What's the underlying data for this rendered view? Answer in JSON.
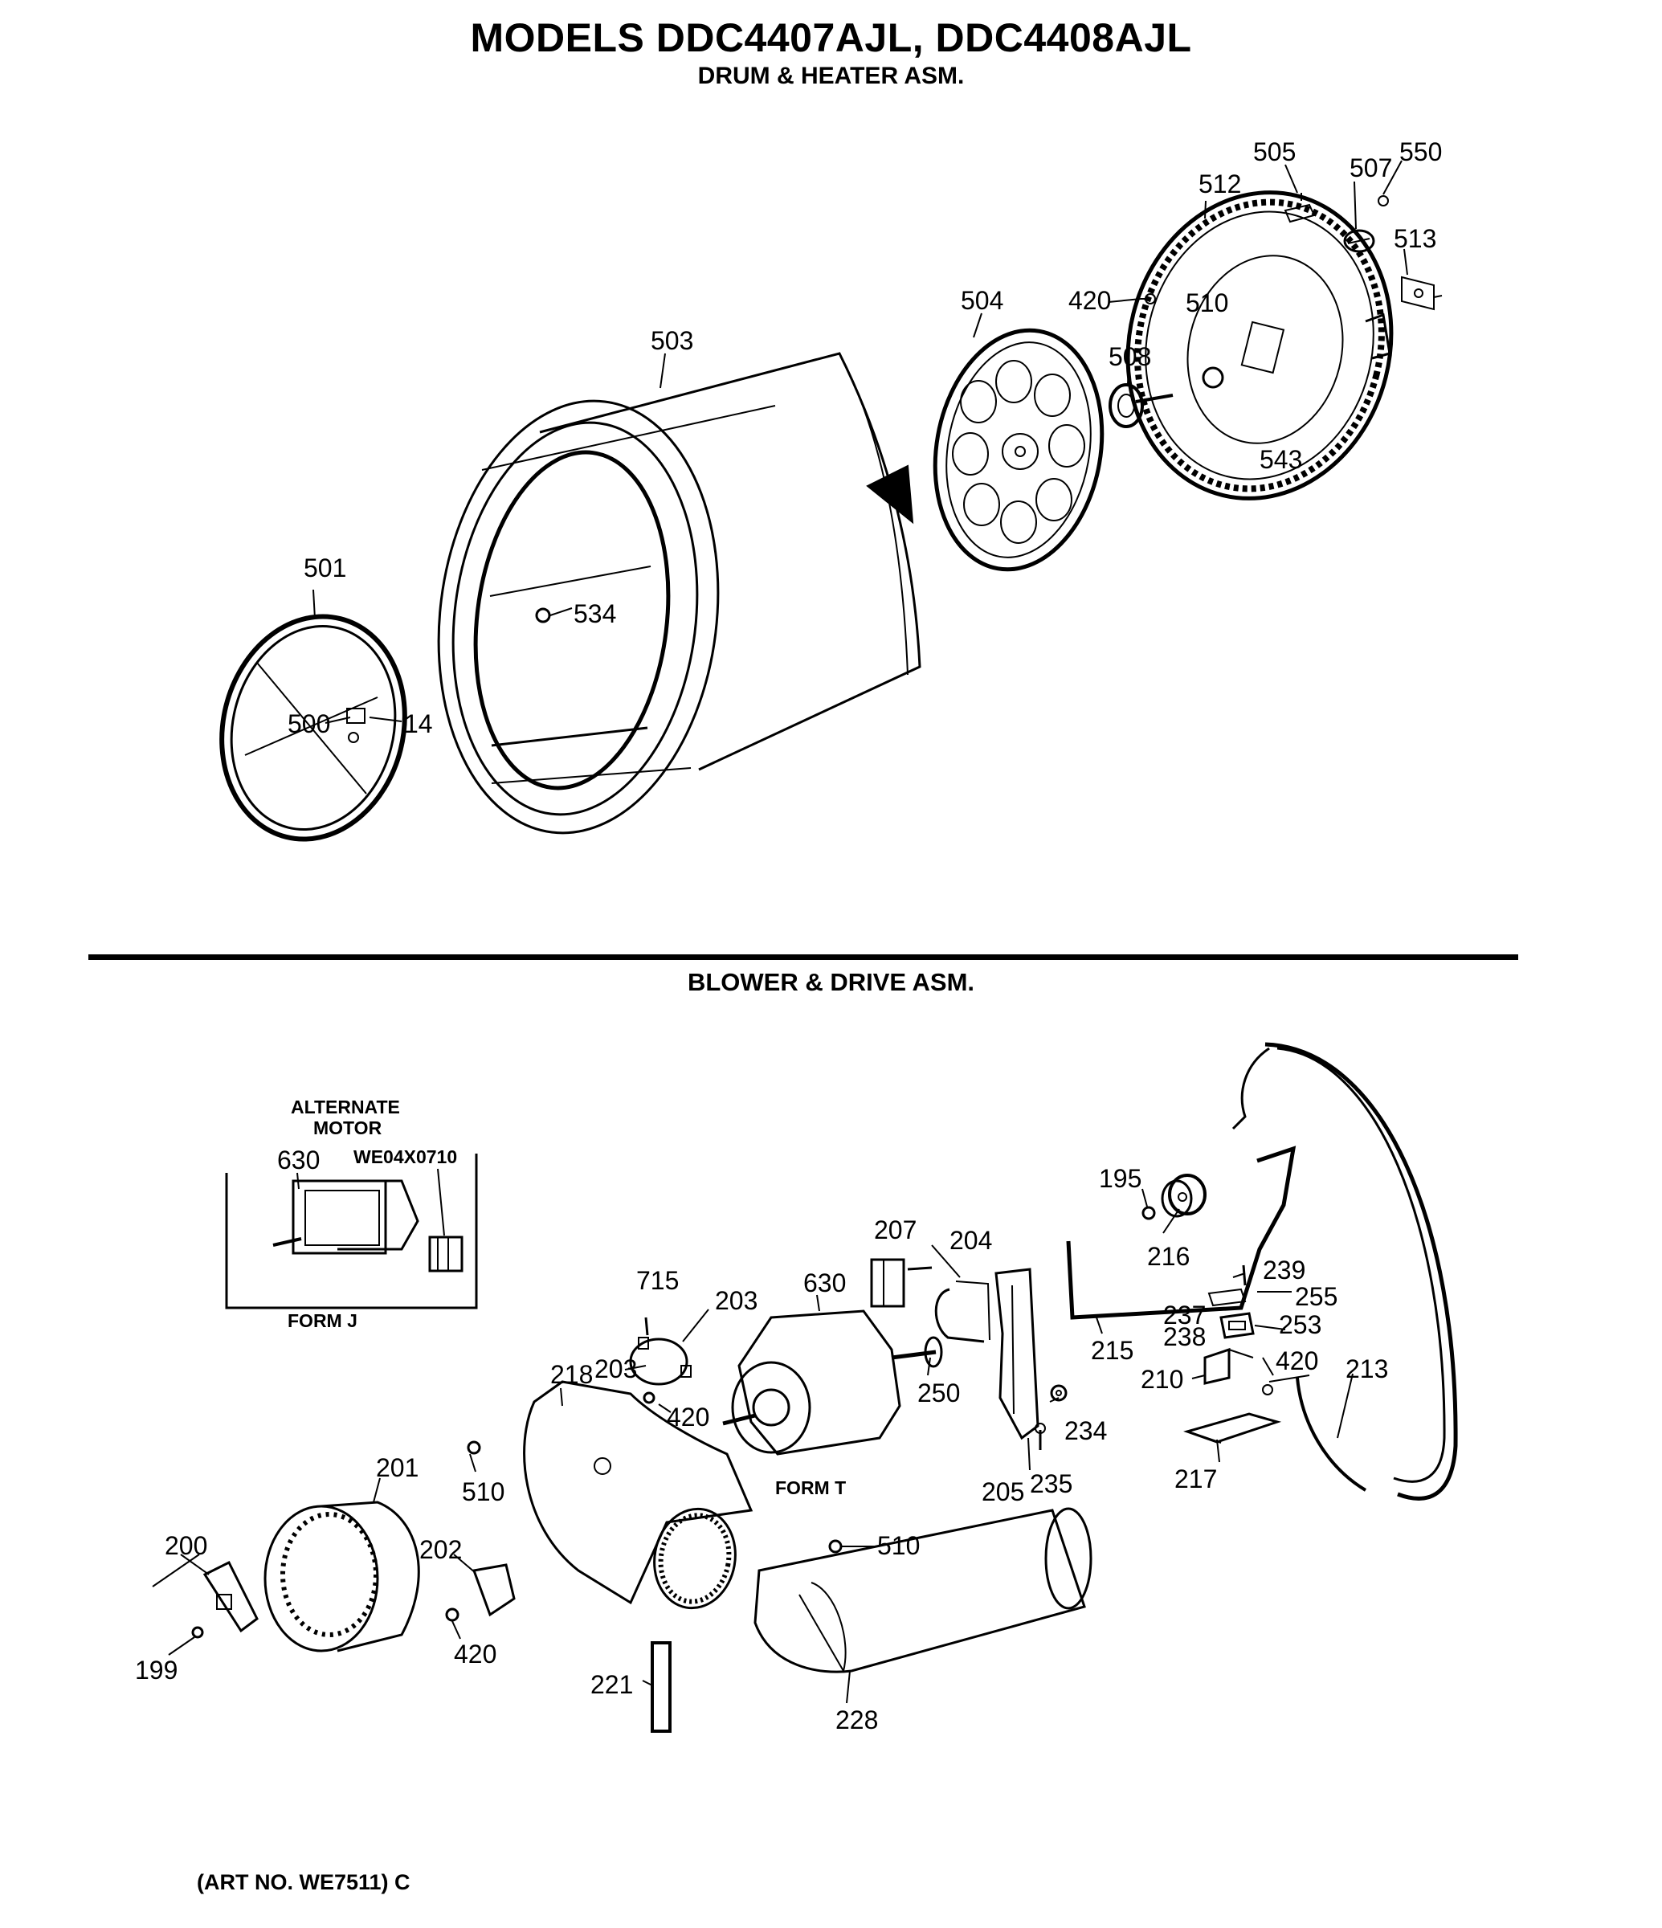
{
  "header": {
    "title": "MODELS DDC4407AJL, DDC4408AJL",
    "subtitle": "DRUM & HEATER ASM."
  },
  "sections": {
    "blower": "BLOWER & DRIVE ASM."
  },
  "inset": {
    "title_line1": "ALTERNATE",
    "title_line2": "MOTOR",
    "part_motor": "630",
    "part_kit": "WE04X0710",
    "form": "FORM J"
  },
  "form_t": "FORM T",
  "footer": {
    "art_no": "(ART NO. WE7511) C"
  },
  "callouts": {
    "c14": "14",
    "c500": "500",
    "c501": "501",
    "c503": "503",
    "c504": "504",
    "c534": "534",
    "c420a": "420",
    "c508": "508",
    "c510a": "510",
    "c512": "512",
    "c505": "505",
    "c507": "507",
    "c550": "550",
    "c513": "513",
    "c543": "543",
    "c195": "195",
    "c216": "216",
    "c207": "207",
    "c204": "204",
    "c715": "715",
    "c203a": "203",
    "c203b": "203",
    "c630": "630",
    "c218": "218",
    "c420b": "420",
    "c250": "250",
    "c239": "239",
    "c255": "255",
    "c237": "237",
    "c238": "238",
    "c253": "253",
    "c215": "215",
    "c210": "210",
    "c420c": "420",
    "c213": "213",
    "c234": "234",
    "c205": "205",
    "c235": "235",
    "c217": "217",
    "c510b": "510",
    "c201": "201",
    "c200": "200",
    "c202": "202",
    "c420d": "420",
    "c199": "199",
    "c510c": "510",
    "c221": "221",
    "c228": "228"
  }
}
